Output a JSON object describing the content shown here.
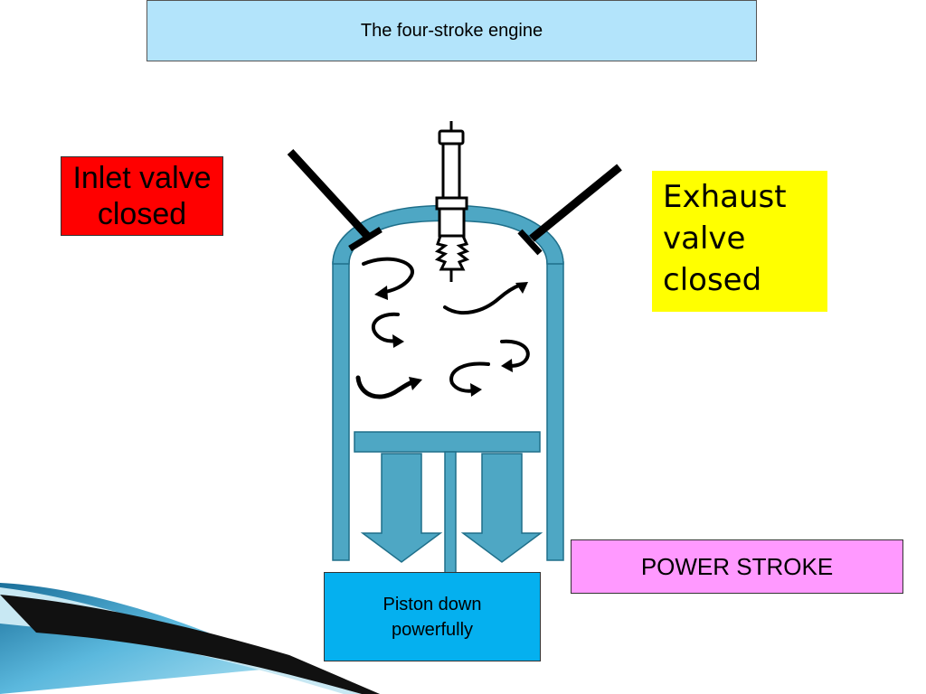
{
  "title": "The four-stroke engine",
  "inlet_label": "Inlet valve\nclosed",
  "exhaust_label": "Exhaust\nvalve\nclosed",
  "stroke_label": "POWER STROKE",
  "piston_label": "Piston down\npowerfully",
  "colors": {
    "title_bg": "#b3e4fb",
    "inlet_bg": "#ff0000",
    "exhaust_bg": "#ffff00",
    "stroke_bg": "#ff99ff",
    "piston_bg": "#05b0ef",
    "cylinder": "#4ea7c4"
  }
}
